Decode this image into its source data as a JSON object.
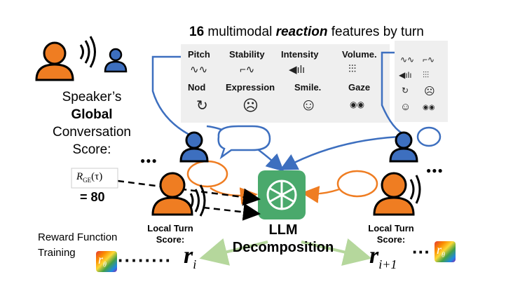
{
  "title": {
    "count": "16",
    "pre": " multimodal ",
    "emph": "reaction",
    "post": " features by turn"
  },
  "features": [
    {
      "label": "Pitch",
      "icon": "pitch-icon",
      "glyph": "∿∿"
    },
    {
      "label": "Stability",
      "icon": "stability-icon",
      "glyph": "⌐∿"
    },
    {
      "label": "Intensity",
      "icon": "intensity-icon",
      "glyph": "◀ılı"
    },
    {
      "label": "Volume.",
      "icon": "volume-icon",
      "glyph": "⫶⫶⫶"
    },
    {
      "label": "Nod",
      "icon": "nod-icon",
      "glyph": "↻"
    },
    {
      "label": "Expression",
      "icon": "expression-icon",
      "glyph": "☹"
    },
    {
      "label": "Smile.",
      "icon": "smile-icon",
      "glyph": "☺"
    },
    {
      "label": "Gaze",
      "icon": "gaze-icon",
      "glyph": "◉◉"
    }
  ],
  "left_panel": {
    "line1": "Speaker’s",
    "line2": "Global",
    "line3": "Conversation",
    "line4": "Score:",
    "formula": "R",
    "formula_sub": "GE",
    "formula_arg": "(τ)",
    "value": "= 80"
  },
  "ellipsis": "●●●",
  "llm": {
    "line1": "LLM",
    "line2": "Decomposition"
  },
  "local_left": {
    "line1": "Local Turn",
    "line2": "Score:",
    "symbol": "r",
    "sub": "i"
  },
  "local_right": {
    "line1": "Local Turn",
    "line2": "Score:",
    "symbol": "r",
    "sub": "i+1"
  },
  "reward": {
    "line1": "Reward Function",
    "line2": "Training"
  },
  "badge": {
    "symbol": "r",
    "sub": "θ"
  },
  "dots": "········",
  "dots_short": "···",
  "colors": {
    "orange": "#ef7d22",
    "blue": "#3d6fbf",
    "green": "#4aa96c",
    "panel": "#efefef",
    "arrow_green": "#b5d79c"
  }
}
